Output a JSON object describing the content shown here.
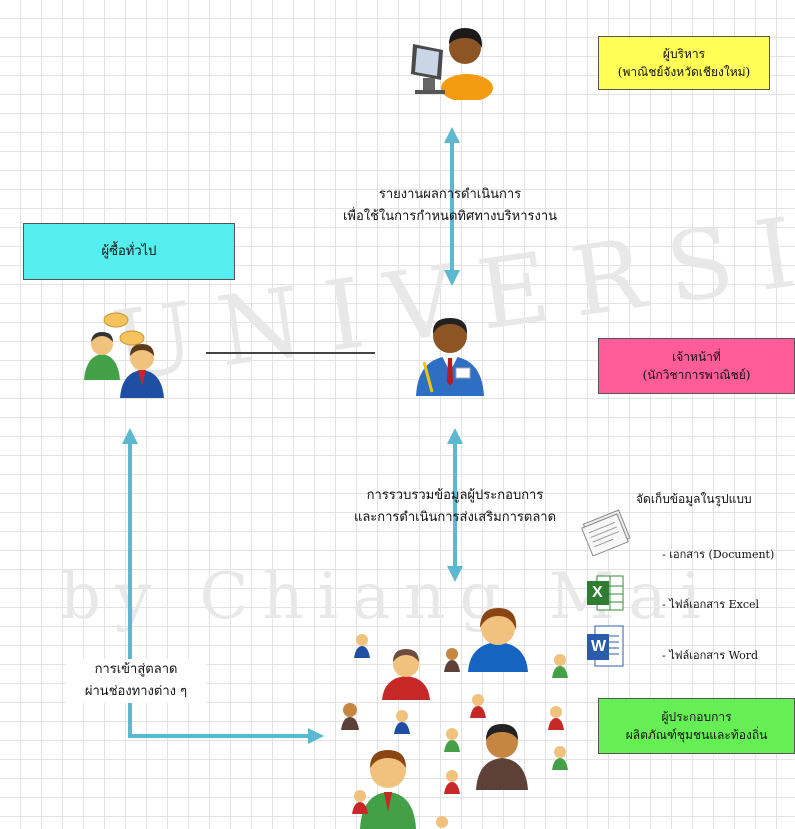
{
  "boxes": {
    "executive": {
      "title": "ผู้บริหาร",
      "subtitle": "(พาณิชย์จังหวัดเชียงใหม่)",
      "color": "#ffff55"
    },
    "buyer": {
      "title": "ผู้ซื้อทั่วไป",
      "color": "#55eeee"
    },
    "officer": {
      "title": "เจ้าหน้าที่",
      "subtitle": "(นักวิชาการพาณิชย์)",
      "color": "#ff5c99"
    },
    "entrepreneur": {
      "title": "ผู้ประกอบการ",
      "subtitle": "ผลิตภัณฑ์ชุมชนและท้องถิ่น",
      "color": "#66ee55"
    }
  },
  "labels": {
    "report_line1": "รายงานผลการดำเนินการ",
    "report_line2": "เพื่อใช้ในการกำหนดทิศทางบริหารงาน",
    "collect_line1": "การรวบรวมข้อมูลผู้ประกอบการ",
    "collect_line2": "และการดำเนินการส่งเสริมการตลาด",
    "market_line1": "การเข้าสู่ตลาด",
    "market_line2": "ผ่านช่องทางต่าง ๆ",
    "storage_title": "จัดเก็บข้อมูลในรูปแบบ",
    "storage_doc": "- เอกสาร (Document)",
    "storage_excel": "- ไฟล์เอกสาร Excel",
    "storage_word": "- ไฟล์เอกสาร Word"
  },
  "icons": {
    "excel_letter": "X",
    "word_letter": "W"
  },
  "watermark": {
    "line1": "UNIVERSITY",
    "line2": "by Chiang Mai"
  },
  "colors": {
    "arrow": "#5bb8d0",
    "line": "#444444"
  }
}
